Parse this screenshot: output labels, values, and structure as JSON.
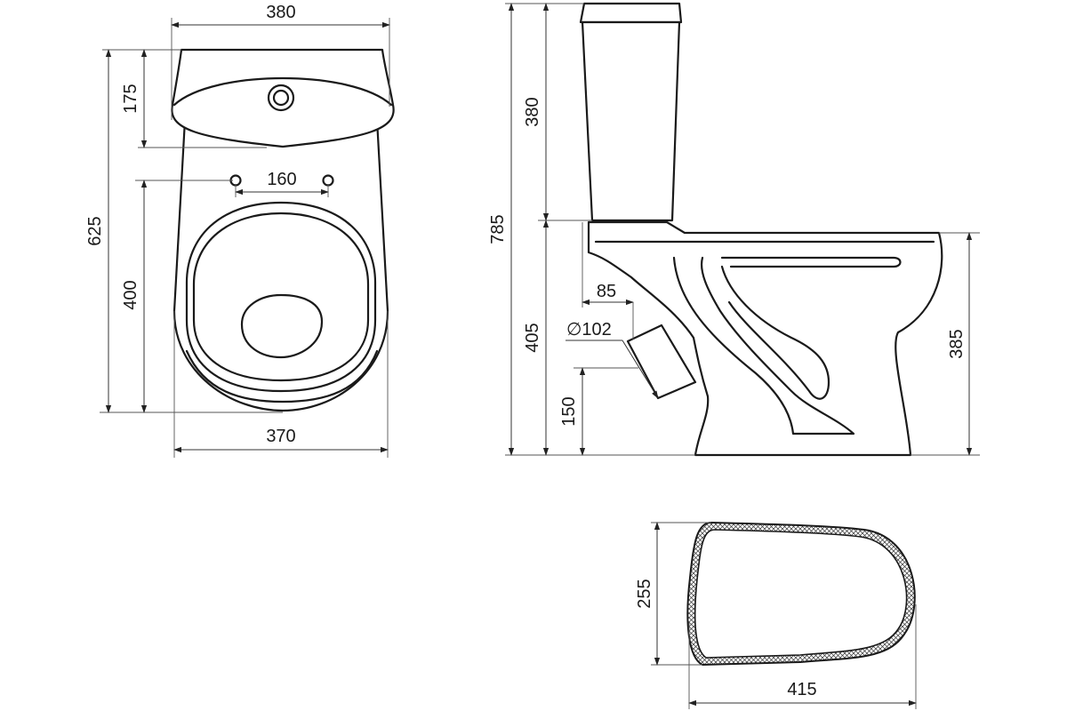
{
  "dimensions": {
    "top_width": "380",
    "tank_depth": "175",
    "total_depth": "625",
    "bolt_spacing": "160",
    "bowl_length": "400",
    "base_width": "370",
    "total_height": "785",
    "tank_height": "380",
    "bowl_height": "405",
    "outlet_offset": "85",
    "outlet_diameter": "∅102",
    "outlet_height": "150",
    "rim_height": "385",
    "seat_width": "255",
    "seat_length": "415"
  }
}
